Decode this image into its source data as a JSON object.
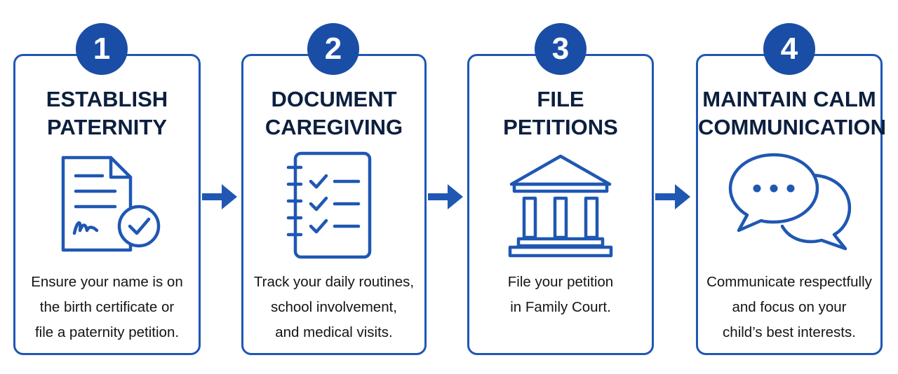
{
  "colors": {
    "accent": "#1f57b3",
    "badge": "#1a4ea6",
    "title_text": "#0c1f3f",
    "body_text": "#141414"
  },
  "steps": [
    {
      "number": "1",
      "title": [
        "ESTABLISH",
        "PATERNITY"
      ],
      "icon": "signed-document-check-icon",
      "description": [
        "Ensure your name is on",
        "the birth certificate or",
        "file a paternity petition."
      ]
    },
    {
      "number": "2",
      "title": [
        "DOCUMENT",
        "CAREGIVING"
      ],
      "icon": "checklist-notebook-icon",
      "description": [
        "Track your daily routines,",
        "school involvement,",
        "and medical visits."
      ]
    },
    {
      "number": "3",
      "title": [
        "FILE",
        "PETITIONS"
      ],
      "icon": "courthouse-icon",
      "description": [
        "File your petition",
        "in Family Court."
      ]
    },
    {
      "number": "4",
      "title": [
        "MAINTAIN CALM",
        "COMMUNICATION"
      ],
      "icon": "chat-bubbles-icon",
      "description": [
        "Communicate respectfully",
        "and focus on your",
        "child’s best interests."
      ]
    }
  ]
}
